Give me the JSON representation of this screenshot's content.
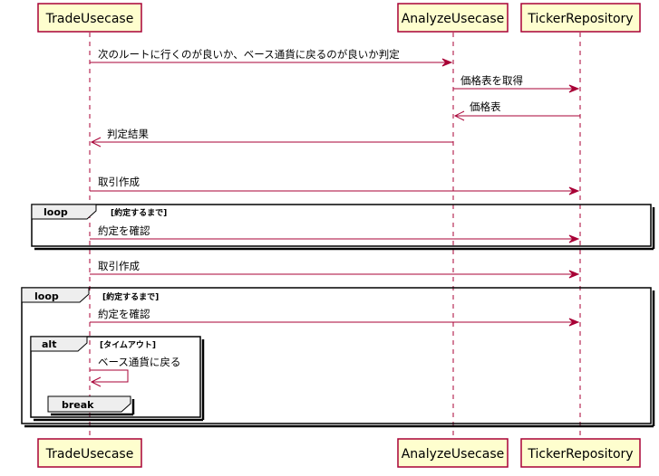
{
  "participants": [
    {
      "id": "trade",
      "label": "TradeUsecase"
    },
    {
      "id": "analyze",
      "label": "AnalyzeUsecase"
    },
    {
      "id": "ticker",
      "label": "TickerRepository"
    }
  ],
  "messages": {
    "m1": "次のルートに行くのが良いか、ベース通貨に戻るのが良いか判定",
    "m2": "価格表を取得",
    "m3": "価格表",
    "m4": "判定結果",
    "m5": "取引作成",
    "m6": "約定を確認",
    "m7": "取引作成",
    "m8": "約定を確認",
    "m9": "ベース通貨に戻る"
  },
  "fragments": {
    "loop1": {
      "keyword": "loop",
      "condition": "[約定するまで]"
    },
    "loop2": {
      "keyword": "loop",
      "condition": "[約定するまで]"
    },
    "alt1": {
      "keyword": "alt",
      "condition": "[タイムアウト]"
    },
    "break1": {
      "keyword": "break",
      "condition": ""
    }
  },
  "colors": {
    "accent": "#A80036",
    "participant_fill": "#FEFECE",
    "tab_fill": "#EEEEEE"
  }
}
